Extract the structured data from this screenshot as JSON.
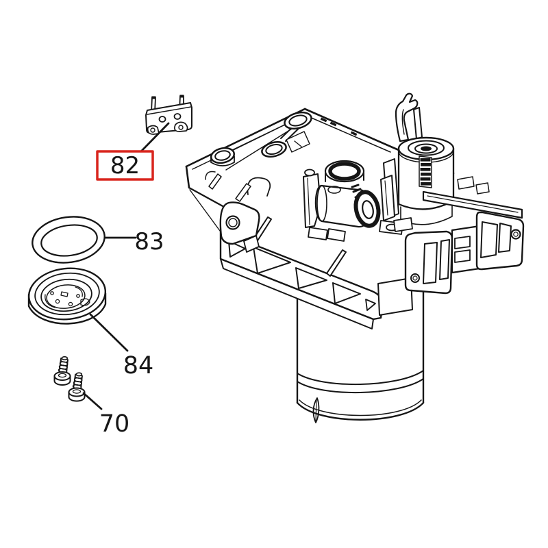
{
  "callouts": [
    {
      "part": "micro-switch",
      "text": "82",
      "highlighted": true
    },
    {
      "part": "o-ring",
      "text": "83",
      "highlighted": false
    },
    {
      "part": "seal-cup",
      "text": "84",
      "highlighted": false
    },
    {
      "part": "screws",
      "text": "70",
      "highlighted": false
    }
  ],
  "colors": {
    "line": "#161616",
    "highlight": "#d9251d",
    "background": "#ffffff"
  }
}
